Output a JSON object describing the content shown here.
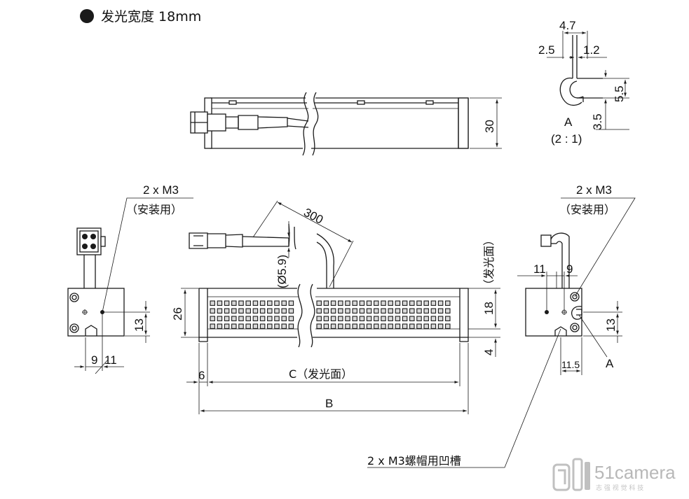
{
  "title": "发光宽度 18mm",
  "detail": {
    "label": "A",
    "scale": "(2 : 1)",
    "dims": {
      "w_total": "4.7",
      "w_left": "2.5",
      "w_right": "1.2",
      "h_upper": "5.5",
      "h_lower": "3.5"
    }
  },
  "top_view": {
    "height": "30"
  },
  "left_view": {
    "mount_label": "2 x M3",
    "mount_sub": "（安装用）",
    "dims": {
      "left": "9",
      "right": "11",
      "height": "13"
    }
  },
  "front_view": {
    "cable_length": "300",
    "cable_diameter": "(Ø5.9)",
    "height_total": "26",
    "emit_height": "18",
    "emit_face_label": "（发光面）",
    "bottom_offset": "4",
    "side_offset": "6",
    "dim_c": "C（发光面）",
    "dim_b": "B"
  },
  "right_view": {
    "mount_label": "2 x M3",
    "mount_sub": "（安装用）",
    "dims": {
      "left": "11",
      "right": "9",
      "height": "13",
      "offset": "11.5"
    },
    "detail_ref": "A"
  },
  "groove_note": "2 x M3螺帽用凹槽",
  "watermark": {
    "brand": "51camera",
    "sub": "志 强 视 觉 科 技"
  }
}
